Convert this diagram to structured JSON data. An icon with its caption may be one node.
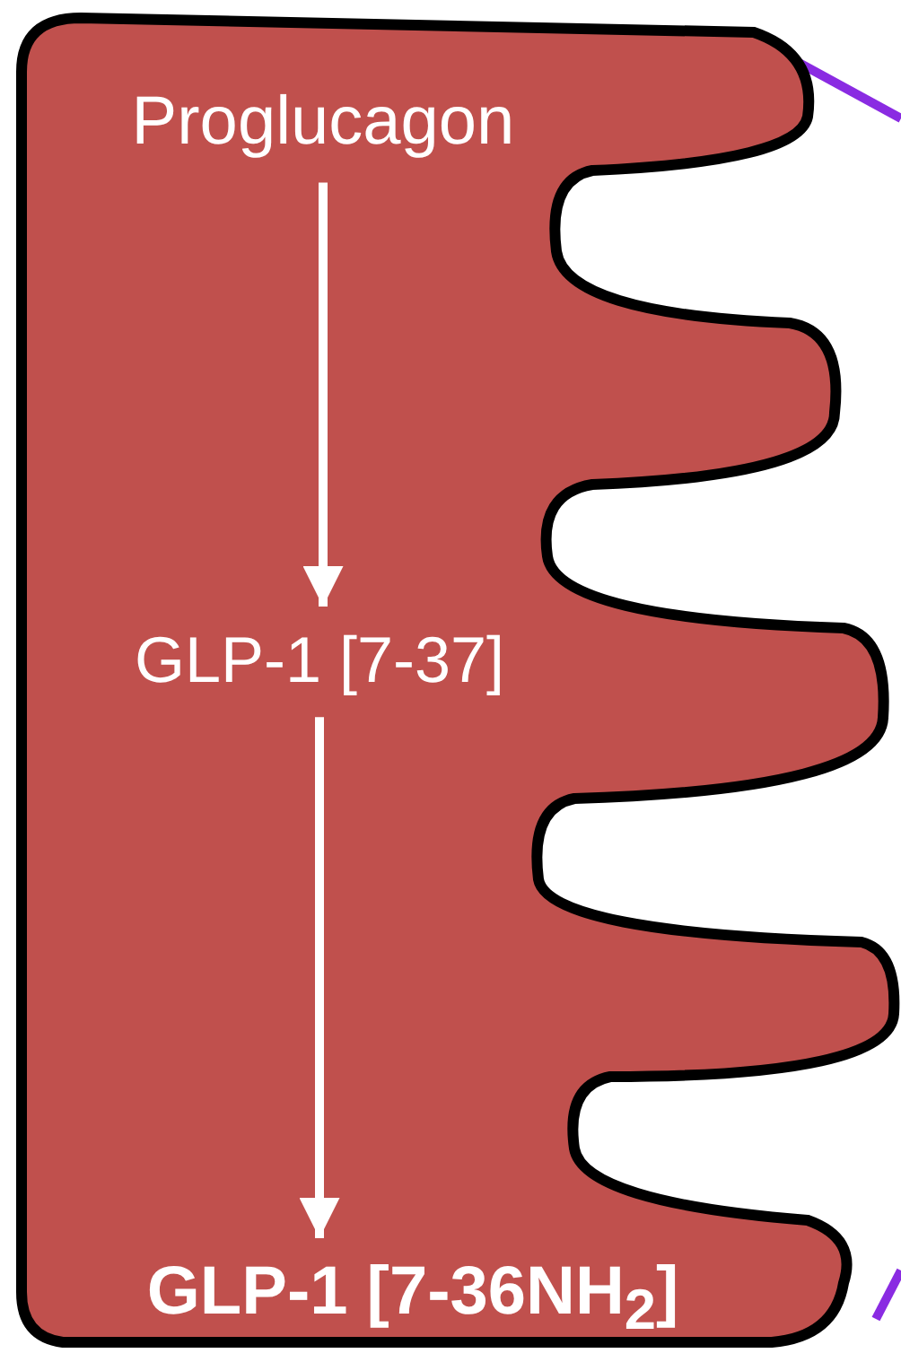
{
  "diagram": {
    "nodes": [
      {
        "text": [],
        "shape": "cell"
      },
      {
        "text": [
          "Proglucagon"
        ],
        "in": 0
      },
      {
        "text": [
          "GLP-1 [7-37]"
        ],
        "in": 0
      },
      {
        "text": [
          "GLP-1 [7-36NH$_{2}$]"
        ],
        "in": 0
      }
    ],
    "edges": [
      {
        "from": 1,
        "to": 2,
        "arrow": "to"
      },
      {
        "from": 2,
        "to": 3,
        "arrow": "to"
      }
    ]
  }
}
